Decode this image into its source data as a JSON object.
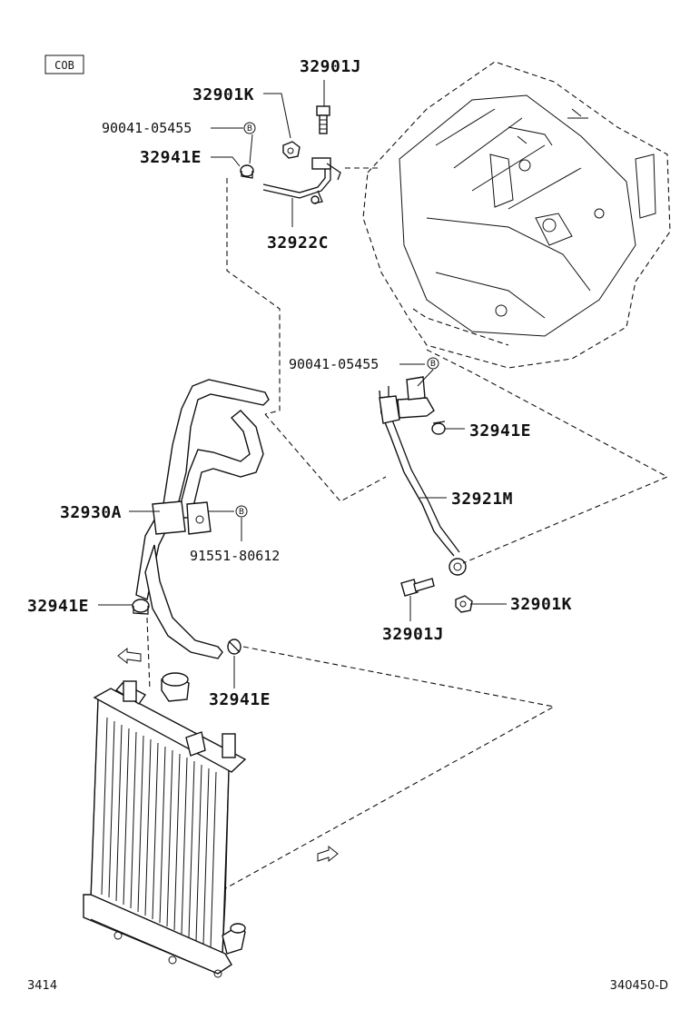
{
  "diagram": {
    "section_box": "COB",
    "page_number": "3414",
    "illustration_id": "340450-D",
    "ref_marker": "B",
    "labels": {
      "top_bolt": "32901J",
      "top_nut": "32901K",
      "top_bracket_bolt": "90041-05455",
      "top_clamp": "32941E",
      "upper_tube": "32922C",
      "mid_bracket_bolt": "90041-05455",
      "mid_clamp": "32941E",
      "lower_tube": "32921M",
      "hose": "32930A",
      "hose_bolt": "91551-80612",
      "lower_nut": "32901K",
      "lower_bolt": "32901J",
      "left_clamp": "32941E",
      "bottom_clamp": "32941E"
    }
  }
}
